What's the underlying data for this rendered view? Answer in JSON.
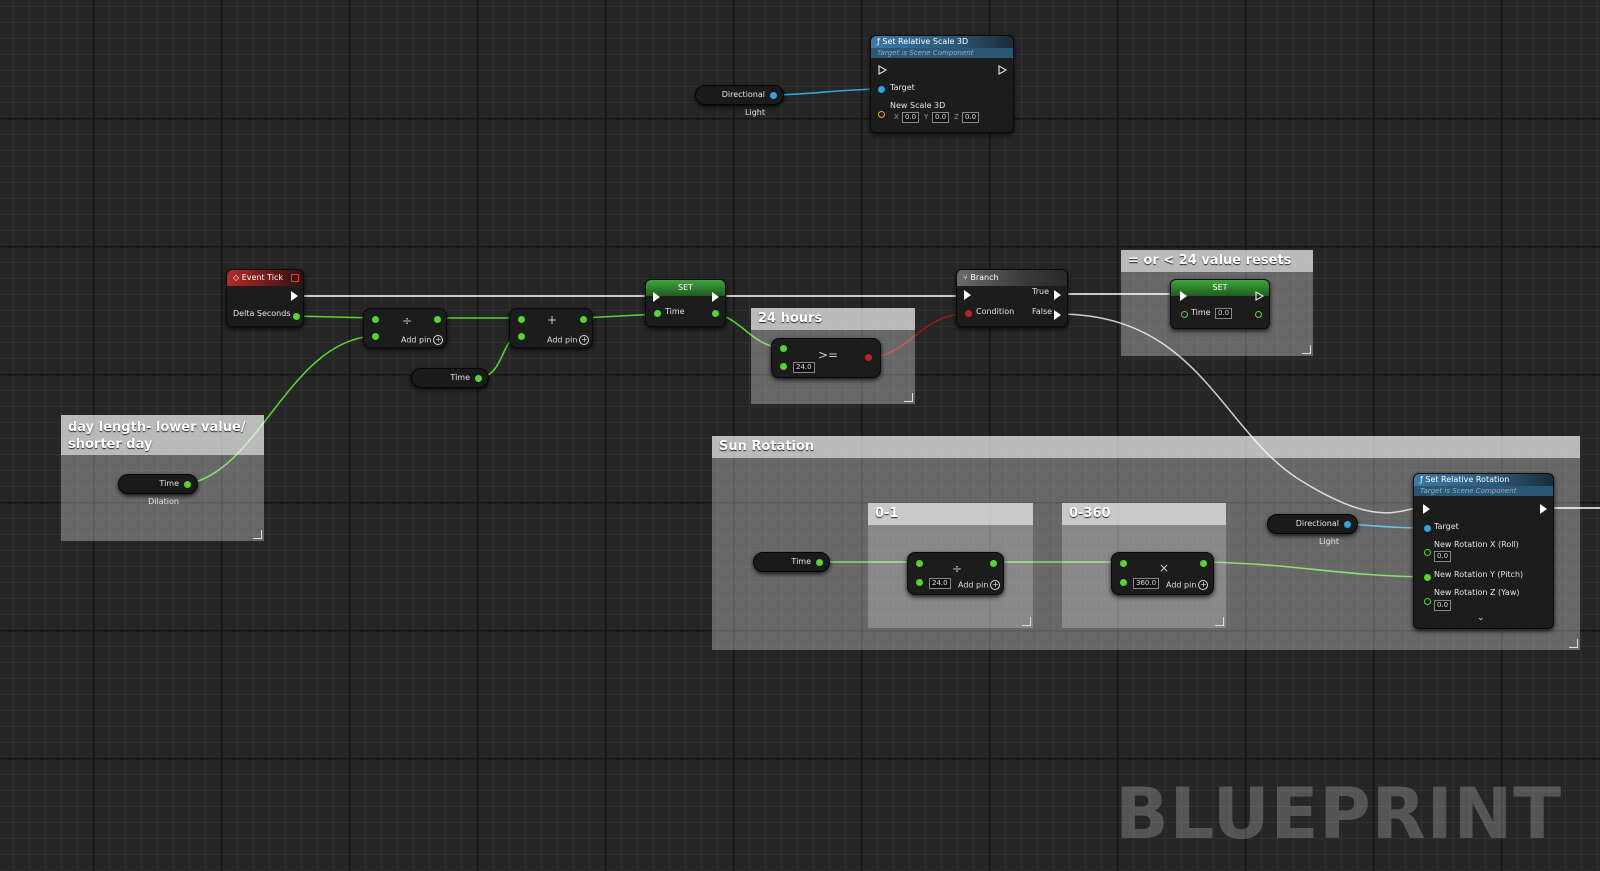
{
  "watermark": "BLUEPRINT",
  "comments": {
    "day_length": "day length- lower value/ shorter day",
    "hours24": "24 hours",
    "resets": "= or < 24 value resets",
    "sun_rotation": "Sun Rotation",
    "range01": "0-1",
    "range0360": "0-360"
  },
  "nodes": {
    "event_tick": {
      "title": "Event Tick",
      "delta": "Delta Seconds"
    },
    "divide1": {
      "op": "÷",
      "add_pin": "Add pin"
    },
    "add1": {
      "op": "+",
      "add_pin": "Add pin"
    },
    "time_var1": "Time",
    "time_dilation": "Time Dilation",
    "set1": {
      "title": "SET",
      "pin": "Time"
    },
    "compare": {
      "op": ">=",
      "value": "24.0"
    },
    "branch": {
      "title": "Branch",
      "condition": "Condition",
      "true_label": "True",
      "false_label": "False"
    },
    "set2": {
      "title": "SET",
      "pin": "Time",
      "value": "0.0"
    },
    "scale3d": {
      "title": "Set Relative Scale 3D",
      "subtitle": "Target is Scene Component",
      "target": "Target",
      "new_scale": "New Scale 3D",
      "x_label": "X",
      "x": "0.0",
      "y_label": "Y",
      "y": "0.0",
      "z_label": "Z",
      "z": "0.0"
    },
    "dir_light_top": "Directional Light",
    "dir_light_bottom": "Directional Light",
    "time_var2": "Time",
    "divide2": {
      "op": "÷",
      "value": "24.0",
      "add_pin": "Add pin"
    },
    "multiply": {
      "op": "×",
      "value": "360.0",
      "add_pin": "Add pin"
    },
    "rotation": {
      "title": "Set Relative Rotation",
      "subtitle": "Target is Scene Component",
      "target": "Target",
      "rot_x": "New Rotation X (Roll)",
      "rot_x_val": "0.0",
      "rot_y": "New Rotation Y (Pitch)",
      "rot_z": "New Rotation Z (Yaw)",
      "rot_z_val": "0.0"
    }
  },
  "colors": {
    "float_pin": "#5ad135",
    "object_pin": "#30a4e0",
    "bool_pin": "#c32020",
    "vector_pin": "#e0b030",
    "exec_wire": "#ffffff"
  }
}
